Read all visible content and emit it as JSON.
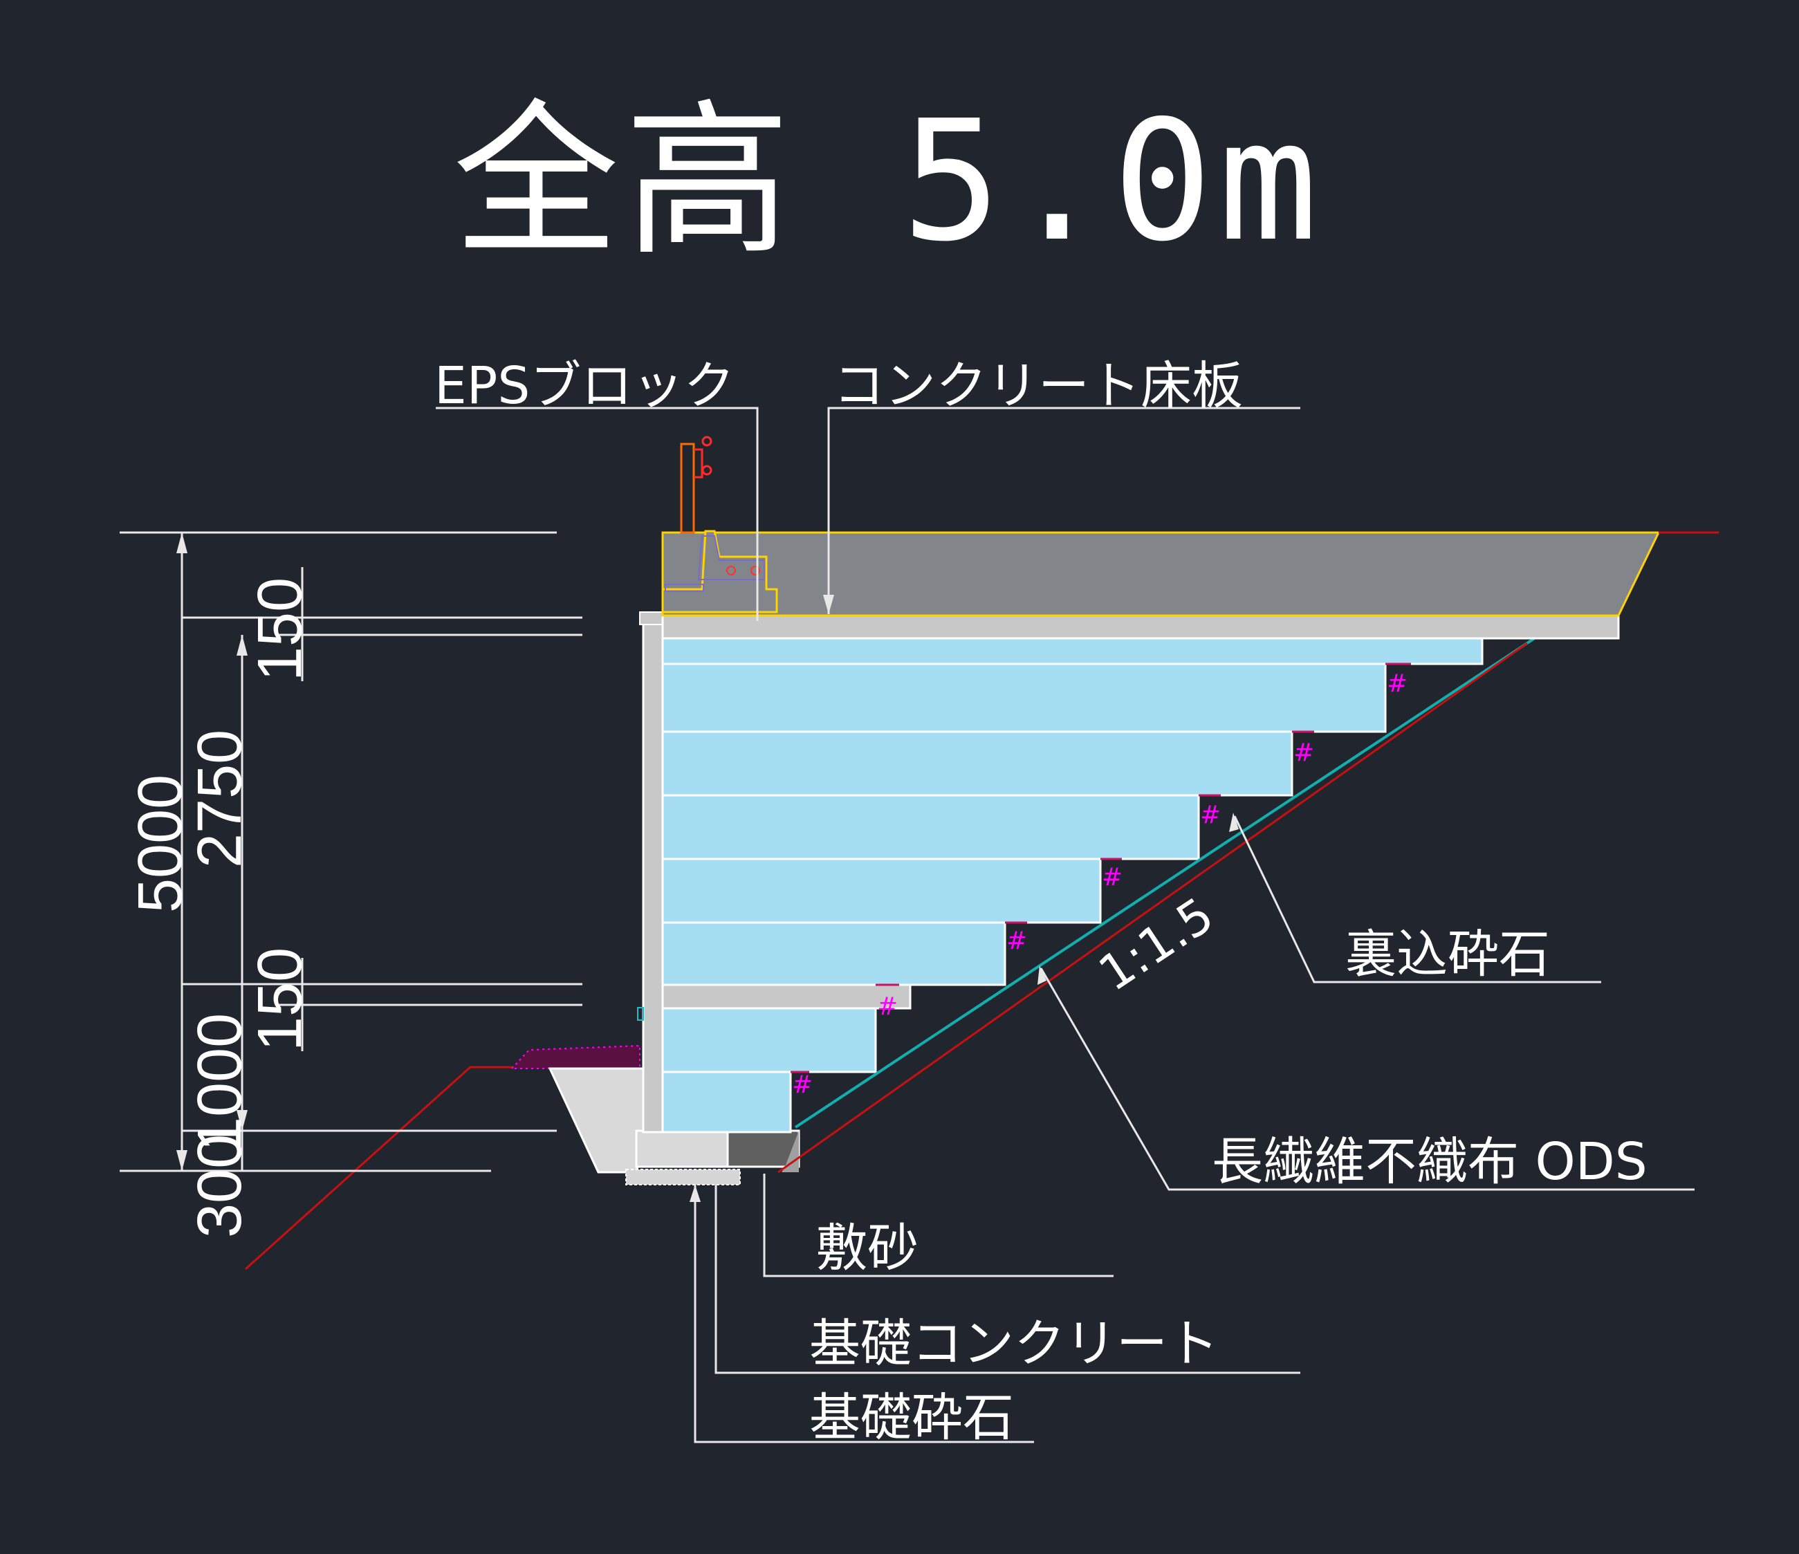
{
  "title": "全高 5.0m",
  "labels": {
    "eps_block": "EPSブロック",
    "concrete_slab": "コンクリート床板",
    "backfill_stone": "裏込砕石",
    "nonwoven": "長繊維不織布 ODS",
    "bedding_sand": "敷砂",
    "foundation_concrete": "基礎コンクリート",
    "foundation_stone": "基礎砕石",
    "slope": "1:1.5"
  },
  "dimensions": {
    "total": "5000",
    "upper": "150",
    "middle": "2750",
    "lower": "150",
    "base": "1000",
    "footing": "300"
  },
  "colors": {
    "background": "#21252e",
    "eps": "#a5def3",
    "slab": "#c8c8c8",
    "pavement": "#828589",
    "outline_yellow": "#ffd200",
    "ground_red": "#d01010",
    "geotextile_cyan": "#10b0b0",
    "stone_magenta": "#ff00ff",
    "lines": "#e8e8e8"
  }
}
